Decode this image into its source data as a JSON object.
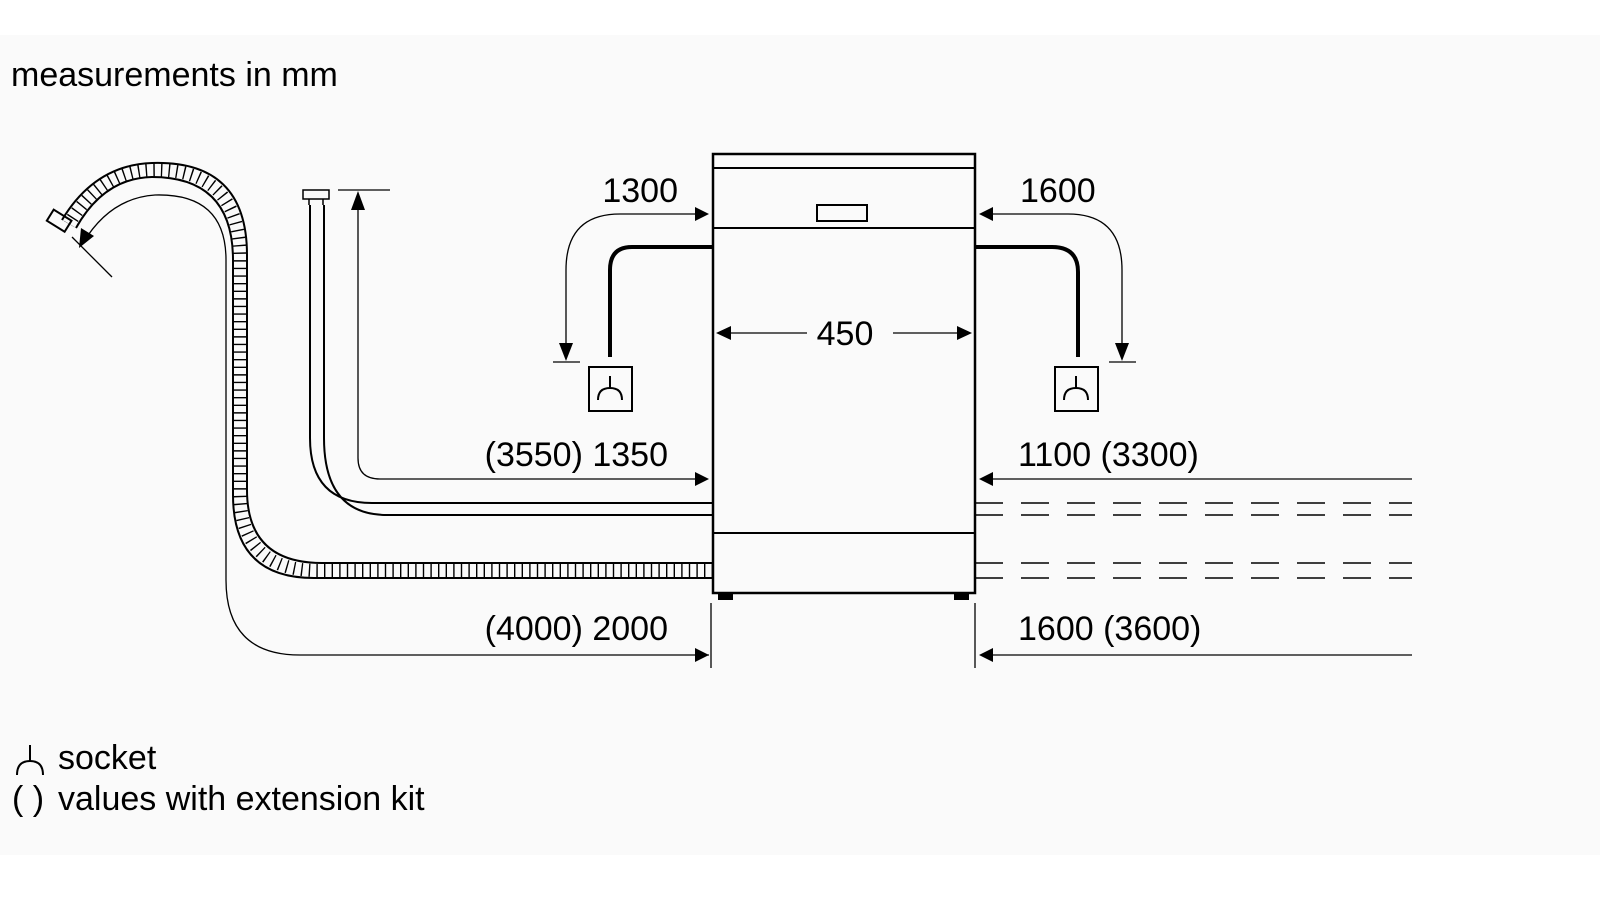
{
  "heading": "measurements in mm",
  "dimensions": {
    "left_top": "1300",
    "right_top": "1600",
    "width": "450",
    "left_water_inlet": "(3550) 1350",
    "right_water_inlet": "1100 (3300)",
    "left_drain": "(4000) 2000",
    "right_drain": "1600 (3600)"
  },
  "legend": {
    "socket_label": "socket",
    "paren_symbol": "( )",
    "paren_label": "values with extension kit"
  }
}
